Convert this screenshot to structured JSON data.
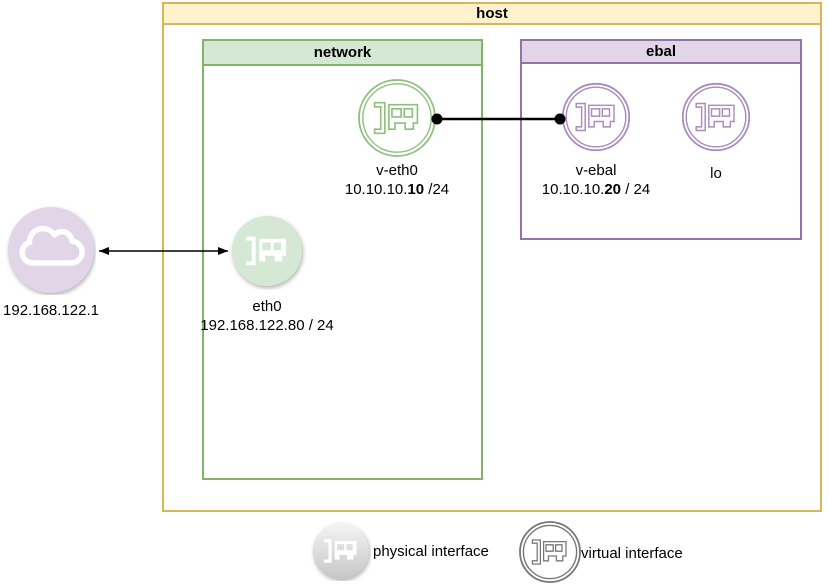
{
  "containers": {
    "host": {
      "label": "host"
    },
    "network": {
      "label": "network"
    },
    "ebal": {
      "label": "ebal"
    }
  },
  "nodes": {
    "cloud": {
      "label": "192.168.122.1",
      "type": "external network"
    },
    "eth0": {
      "name": "eth0",
      "address": "192.168.122.80 / 24",
      "type": "physical interface"
    },
    "v_eth0": {
      "name": "v-eth0",
      "address_prefix": "10.10.10.",
      "address_host": "10",
      "address_mask": " /24",
      "type": "virtual interface"
    },
    "v_ebal": {
      "name": "v-ebal",
      "address_prefix": "10.10.10.",
      "address_host": "20",
      "address_mask": " / 24",
      "type": "virtual interface"
    },
    "lo": {
      "name": "lo",
      "type": "virtual interface"
    }
  },
  "links": [
    {
      "from": "cloud",
      "to": "eth0",
      "style": "double-arrow"
    },
    {
      "from": "v-eth0",
      "to": "v-ebal",
      "style": "dot-endpoints"
    }
  ],
  "legend": {
    "physical_label": "physical interface",
    "virtual_label": "virtual interface"
  },
  "colors": {
    "host_fill": "#FFF2CC",
    "host_stroke": "#D6B656",
    "network_fill": "#D5E8D4",
    "network_stroke": "#82B366",
    "ebal_fill": "#E1D5E7",
    "ebal_stroke": "#9673A6",
    "connector": "#000000"
  }
}
